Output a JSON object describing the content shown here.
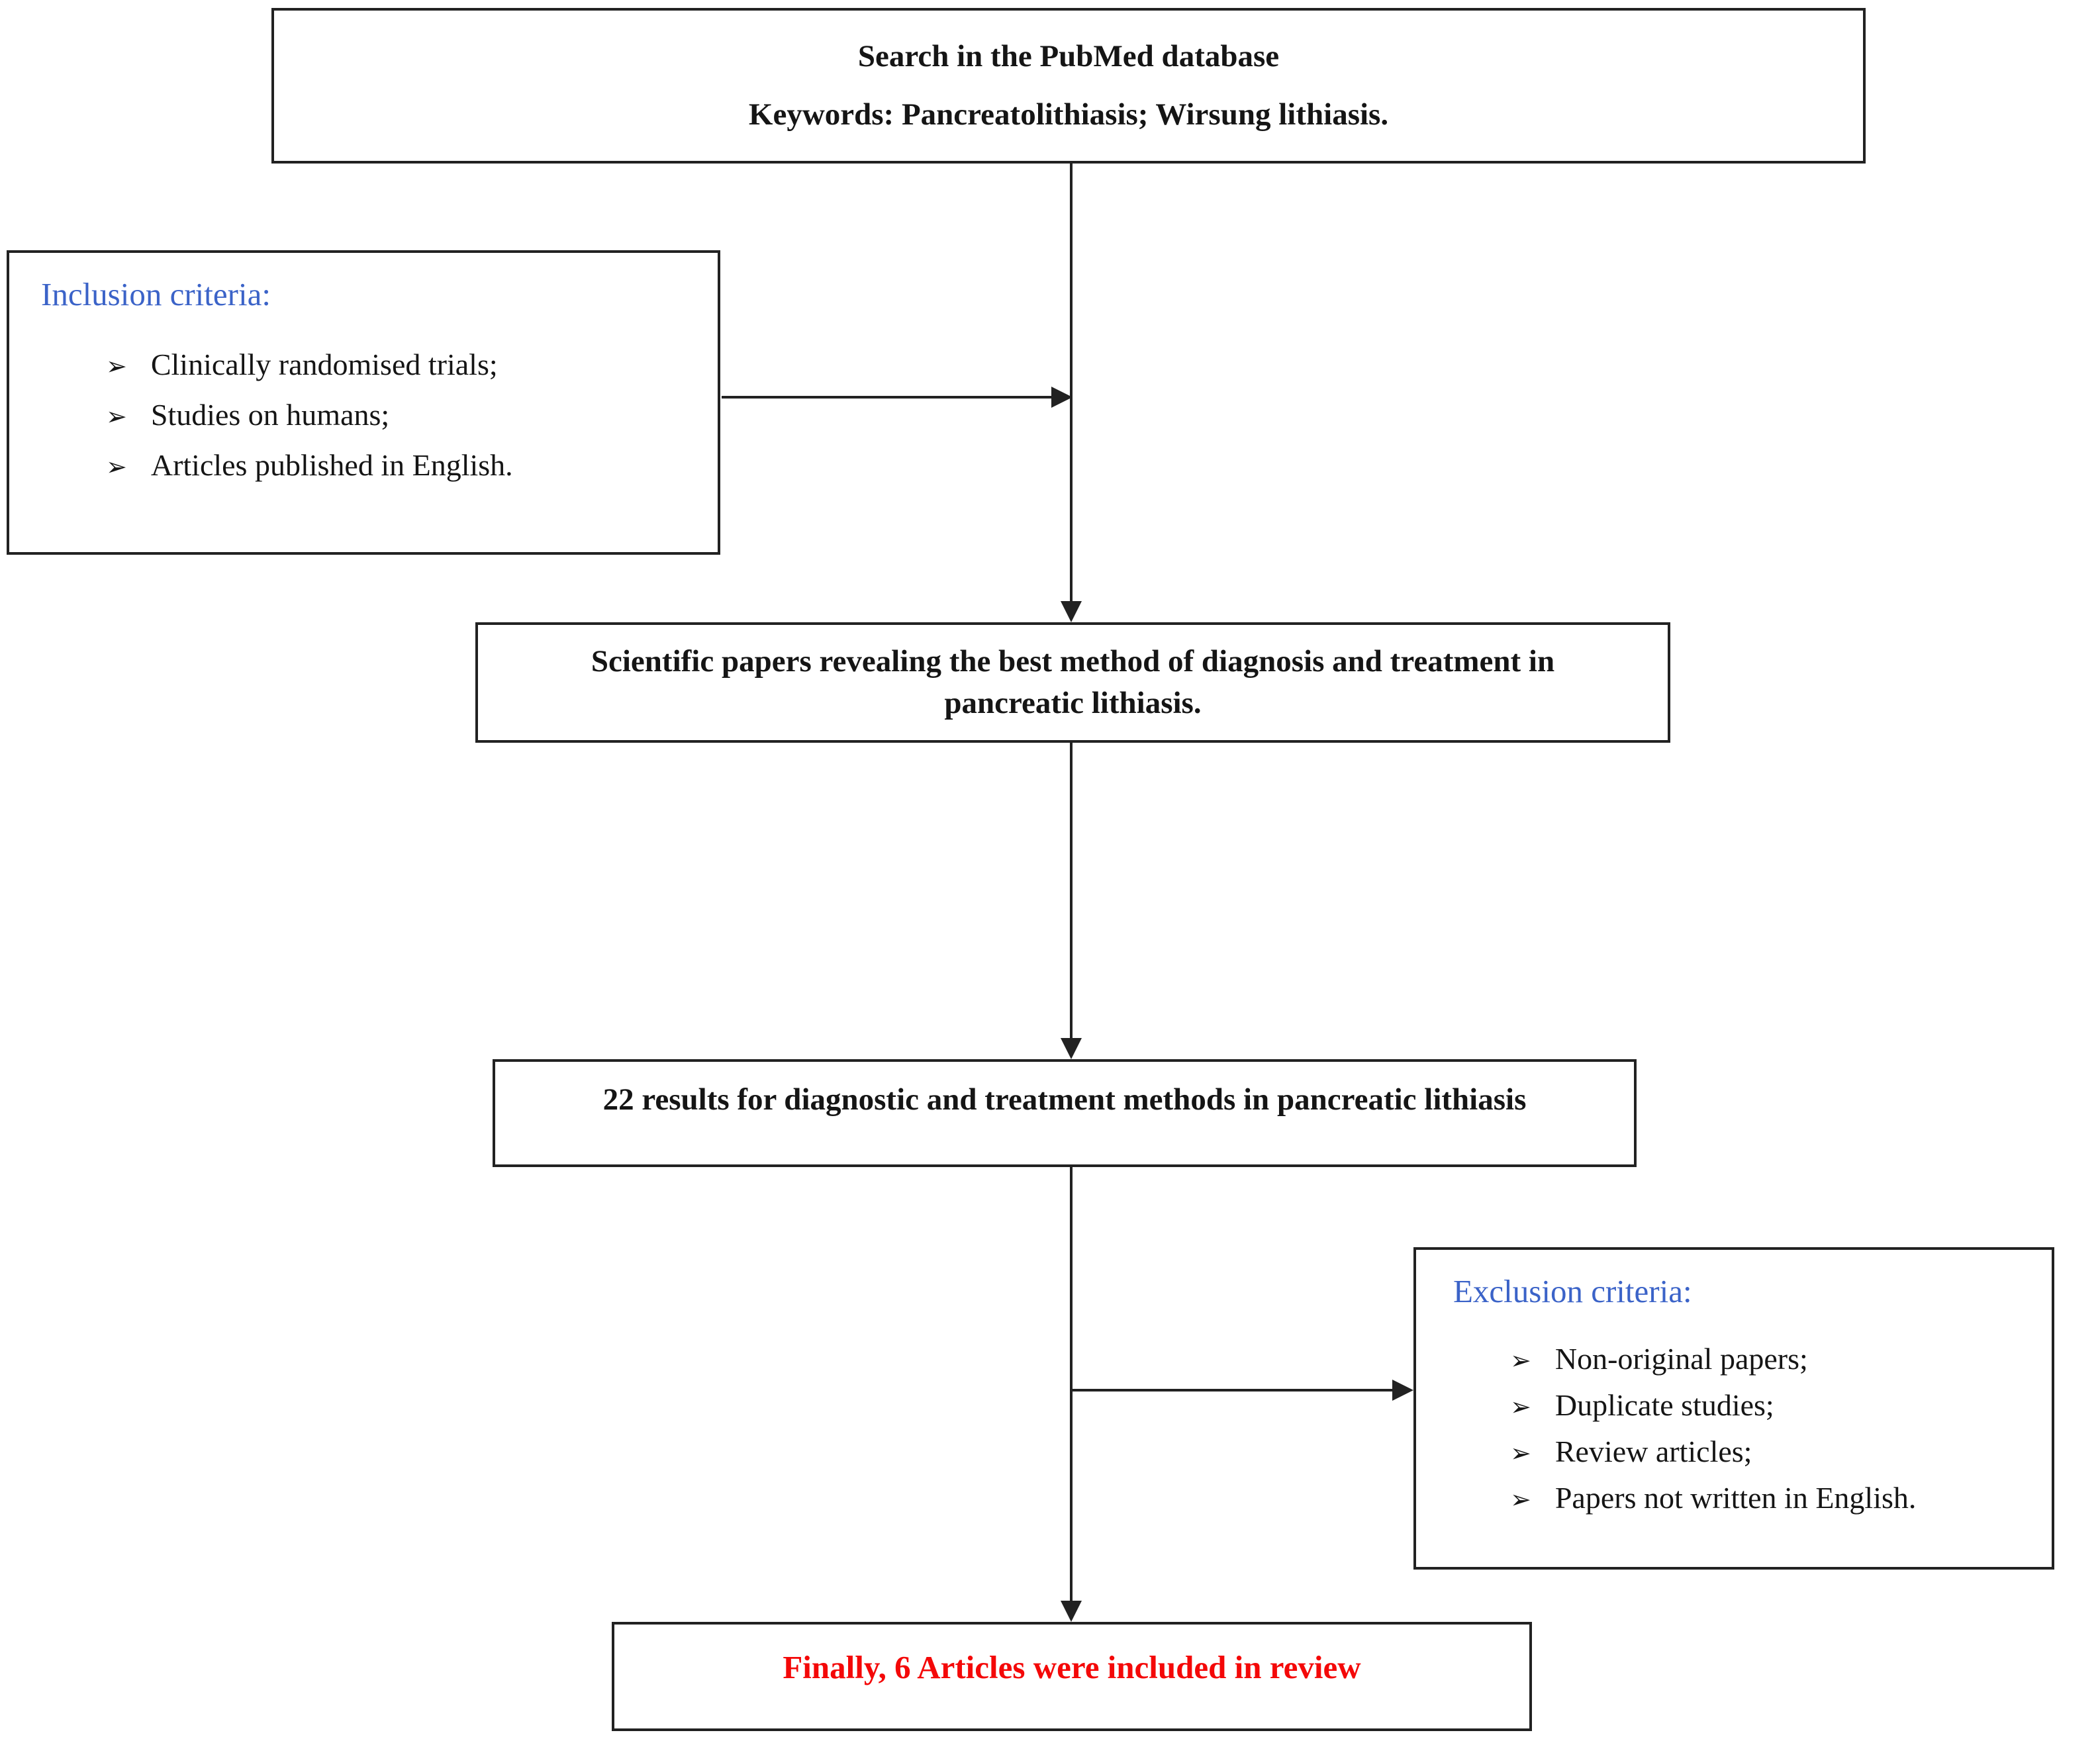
{
  "diagram": {
    "bullet_glyph": "➢",
    "colors": {
      "background": "#ffffff",
      "text": "#151515",
      "box_border": "#222222",
      "line": "#222222",
      "criteria_title": "#3b63c8",
      "final_text": "#f40808"
    },
    "boxes": {
      "search": {
        "line1": "Search in the PubMed database",
        "line2": "Keywords: Pancreatolithiasis; Wirsung lithiasis."
      },
      "inclusion": {
        "title": "Inclusion criteria:",
        "items": [
          "Clinically randomised trials;",
          "Studies on humans;",
          "Articles published in English."
        ]
      },
      "scientific": {
        "text": "Scientific papers revealing the best method of diagnosis and treatment in pancreatic lithiasis."
      },
      "results": {
        "text": "22 results for diagnostic and treatment methods in pancreatic lithiasis"
      },
      "exclusion": {
        "title": "Exclusion criteria:",
        "items": [
          "Non-original papers;",
          "Duplicate studies;",
          "Review articles;",
          "Papers not written in English."
        ]
      },
      "final": {
        "text": "Finally, 6 Articles were included in review"
      }
    }
  }
}
